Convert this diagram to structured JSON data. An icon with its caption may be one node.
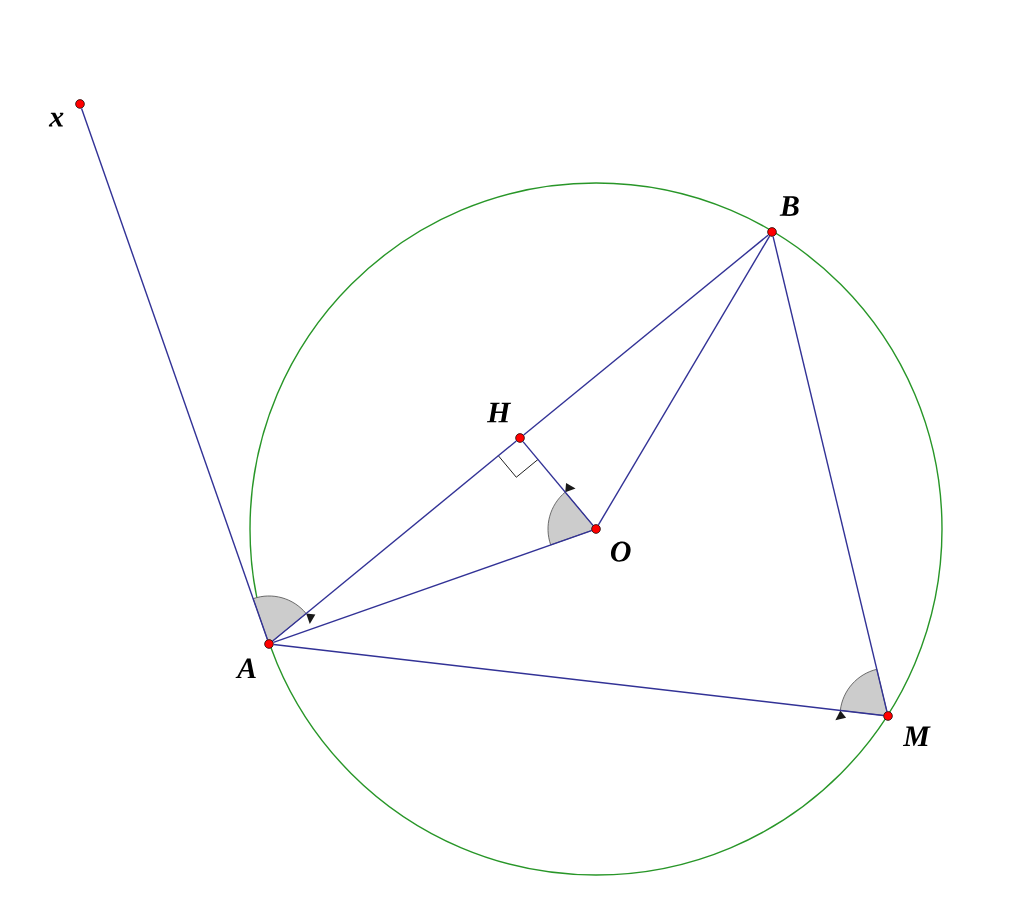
{
  "diagram": {
    "nodes": [
      {
        "text": [
          "x"
        ]
      },
      {
        "text": [
          "B"
        ]
      },
      {
        "text": [
          "H"
        ]
      },
      {
        "text": [
          "O"
        ]
      },
      {
        "text": [
          "A"
        ]
      },
      {
        "text": [
          "M"
        ]
      }
    ],
    "edges": [
      {
        "from": 0,
        "to": 4,
        "arrow": "none"
      },
      {
        "from": 4,
        "to": 2,
        "arrow": "none"
      },
      {
        "from": 2,
        "to": 1,
        "arrow": "none"
      },
      {
        "from": 2,
        "to": 3,
        "arrow": "none"
      },
      {
        "from": 3,
        "to": 1,
        "arrow": "none"
      },
      {
        "from": 4,
        "to": 3,
        "arrow": "none"
      },
      {
        "from": 4,
        "to": 5,
        "arrow": "none"
      },
      {
        "from": 1,
        "to": 5,
        "arrow": "none"
      }
    ]
  }
}
